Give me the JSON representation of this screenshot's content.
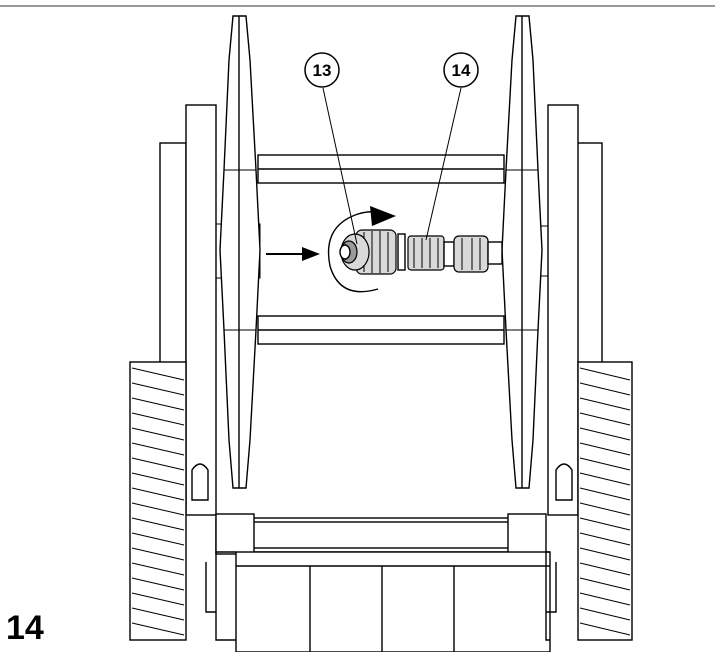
{
  "figure": {
    "number": "14",
    "callouts": [
      {
        "label": "13"
      },
      {
        "label": "14"
      }
    ]
  }
}
